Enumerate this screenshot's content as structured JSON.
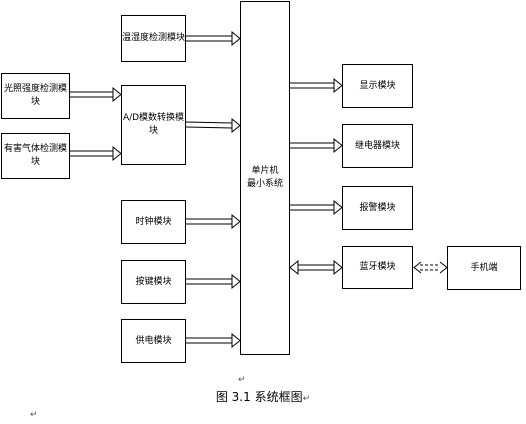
{
  "blocks": {
    "light": "光照强度检测模块",
    "gas": "有害气体检测模块",
    "temp": "温湿度检测模块",
    "ad": "A/D模数转换模块",
    "clock": "时钟模块",
    "keys": "按键模块",
    "power": "供电模块",
    "mcu_line1": "单片机",
    "mcu_line2": "最小系统",
    "display": "显示模块",
    "relay": "继电器模块",
    "alarm": "报警模块",
    "bluetooth": "蓝牙模块",
    "phone": "手机端"
  },
  "caption": "图 3.1  系统框图",
  "marks": {
    "return_mark": "↵"
  }
}
